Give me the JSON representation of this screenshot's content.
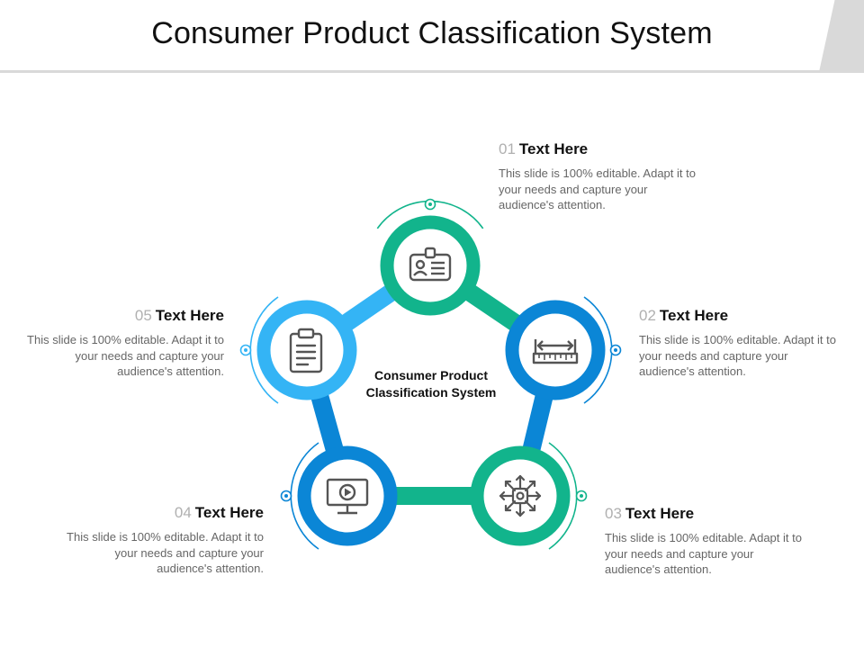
{
  "title": "Consumer Product Classification System",
  "center_label": [
    "Consumer Product",
    "Classification System"
  ],
  "colors": {
    "blue_dark": "#0b86d6",
    "blue_light": "#34b4f5",
    "teal": "#12b48c",
    "icon": "#555555"
  },
  "steps": [
    {
      "num": "01",
      "heading": "Text Here",
      "icon": "id-card-icon",
      "body": "This slide is 100% editable. Adapt it to your needs and capture your audience's attention."
    },
    {
      "num": "02",
      "heading": "Text Here",
      "icon": "ruler-icon",
      "body": "This slide is 100% editable. Adapt it to your needs and capture your audience's attention."
    },
    {
      "num": "03",
      "heading": "Text Here",
      "icon": "network-icon",
      "body": "This slide is 100% editable. Adapt it to your needs and capture your audience's attention."
    },
    {
      "num": "04",
      "heading": "Text Here",
      "icon": "monitor-play-icon",
      "body": "This slide is 100% editable. Adapt it to your needs and capture your audience's attention."
    },
    {
      "num": "05",
      "heading": "Text Here",
      "icon": "clipboard-icon",
      "body": "This slide is 100% editable. Adapt it to your needs and capture your audience's attention."
    }
  ]
}
